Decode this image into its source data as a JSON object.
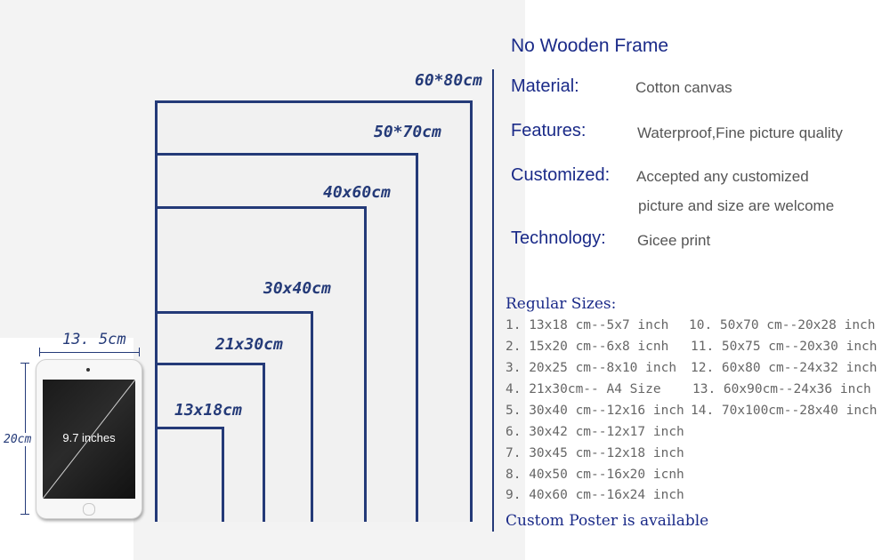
{
  "frames": [
    {
      "label": "60*80cm"
    },
    {
      "label": "50*70cm"
    },
    {
      "label": "40x60cm"
    },
    {
      "label": "30x40cm"
    },
    {
      "label": "21x30cm"
    },
    {
      "label": "13x18cm"
    }
  ],
  "tablet": {
    "width_label": "13. 5cm",
    "height_label": "20cm",
    "screen_label": "9.7 inches"
  },
  "specs": {
    "title": "No Wooden Frame",
    "material_key": "Material:",
    "material_val": "Cotton canvas",
    "features_key": "Features:",
    "features_val": "Waterproof,Fine picture quality",
    "customized_key": "Customized:",
    "customized_val1": "Accepted any customized",
    "customized_val2": "picture and size are welcome",
    "technology_key": "Technology:",
    "technology_val": "Gicee print"
  },
  "regular_sizes": {
    "title": "Regular Sizes:",
    "left": [
      "1. 13x18 cm--5x7 inch",
      "2. 15x20 cm--6x8 icnh",
      "3. 20x25 cm--8x10 inch",
      "4. 21x30cm-- A4 Size",
      "5. 30x40 cm--12x16 inch",
      "6. 30x42 cm--12x17 inch",
      "7. 30x45 cm--12x18 inch",
      "8. 40x50 cm--16x20 icnh",
      "9. 40x60 cm--16x24 inch"
    ],
    "right": [
      "10. 50x70 cm--20x28 inch",
      "11. 50x75 cm--20x30 inch",
      "12. 60x80 cm--24x32 inch",
      "13. 60x90cm--24x36 inch",
      "14. 70x100cm--28x40 inch"
    ]
  },
  "custom_note": "Custom Poster is available"
}
